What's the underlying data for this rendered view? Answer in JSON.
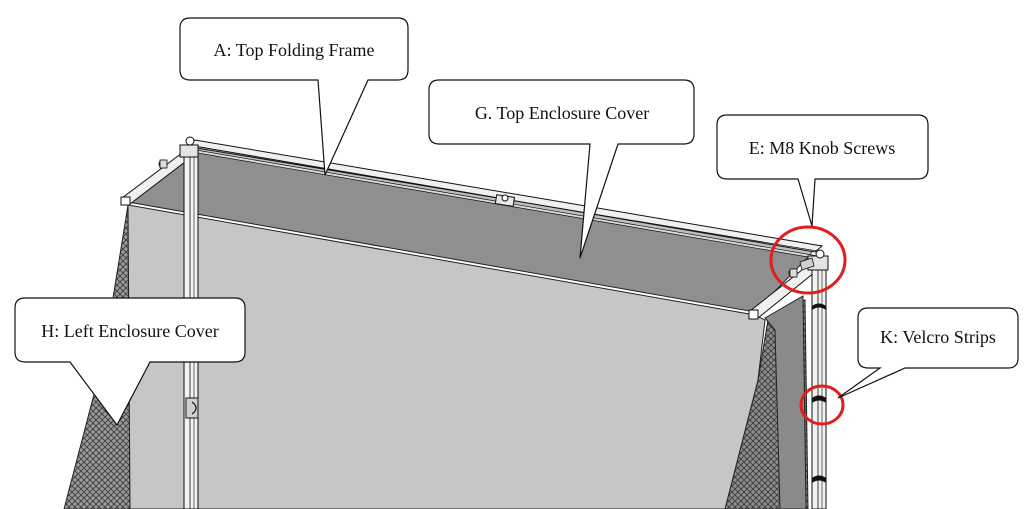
{
  "labels": {
    "top_folding_frame": "A: Top Folding Frame",
    "top_enclosure_cover": "G. Top Enclosure Cover",
    "m8_knob_screws": "E: M8 Knob Screws",
    "left_enclosure_cover": "H: Left Enclosure Cover",
    "velcro_strips": "K: Velcro Strips"
  },
  "colors": {
    "panel_front": "#c9c9c9",
    "panel_top": "#8f8f8f",
    "panel_dark": "#7a7a7a",
    "mesh": "#555555",
    "frame": "#e6e6e6",
    "outline": "#000000",
    "highlight_circle": "#e21d1d",
    "callout_fill": "#ffffff"
  },
  "icons": {
    "highlight": "red-ring-icon",
    "strap": "velcro-strap-icon"
  }
}
